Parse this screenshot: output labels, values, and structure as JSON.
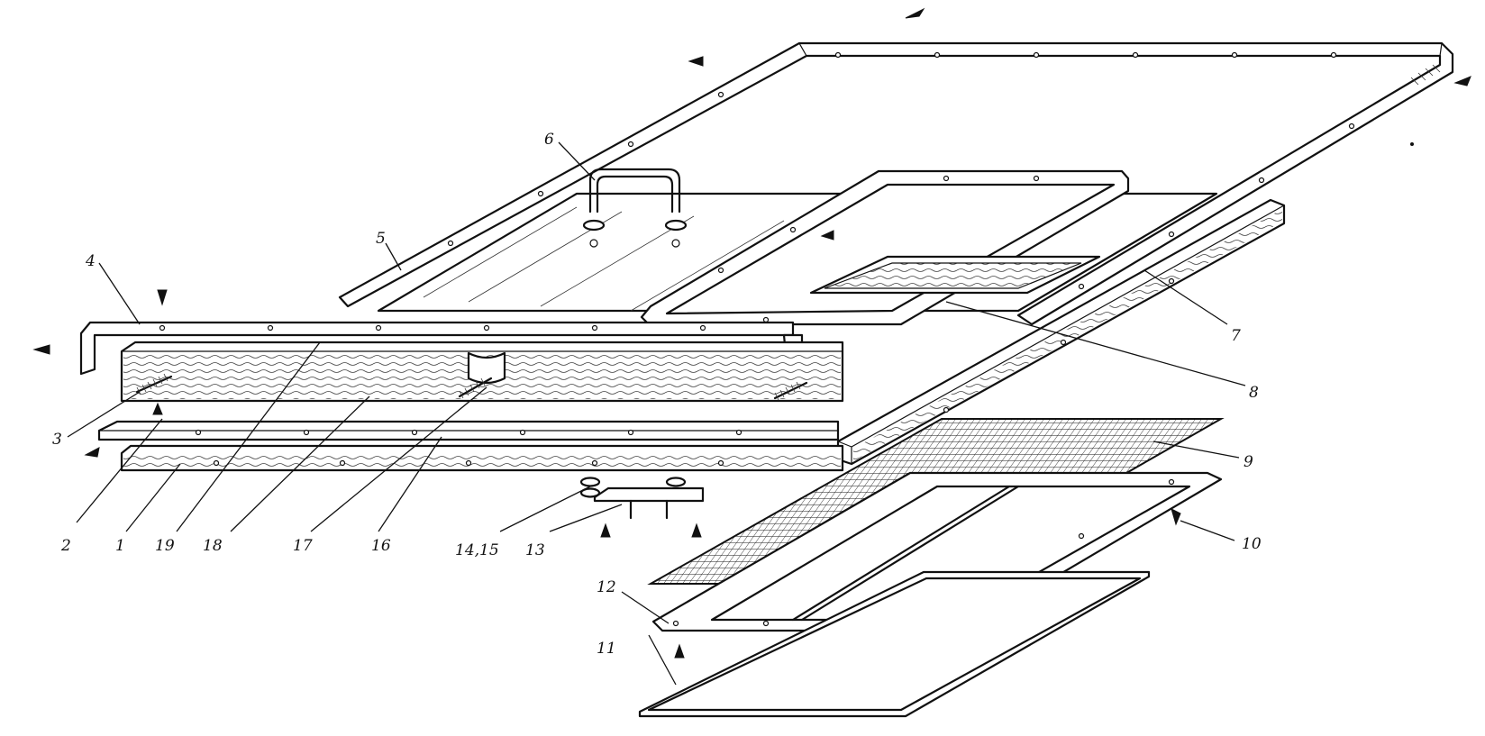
{
  "diagram": {
    "labels": [
      {
        "id": "1",
        "text": "1"
      },
      {
        "id": "2",
        "text": "2"
      },
      {
        "id": "3",
        "text": "3"
      },
      {
        "id": "4",
        "text": "4"
      },
      {
        "id": "5",
        "text": "5"
      },
      {
        "id": "6",
        "text": "6"
      },
      {
        "id": "7",
        "text": "7"
      },
      {
        "id": "8",
        "text": "8"
      },
      {
        "id": "9",
        "text": "9"
      },
      {
        "id": "10",
        "text": "10"
      },
      {
        "id": "11",
        "text": "11"
      },
      {
        "id": "12",
        "text": "12"
      },
      {
        "id": "13",
        "text": "13"
      },
      {
        "id": "14-15",
        "text": "14,15"
      },
      {
        "id": "16",
        "text": "16"
      },
      {
        "id": "17",
        "text": "17"
      },
      {
        "id": "18",
        "text": "18"
      },
      {
        "id": "19",
        "text": "19"
      }
    ]
  }
}
